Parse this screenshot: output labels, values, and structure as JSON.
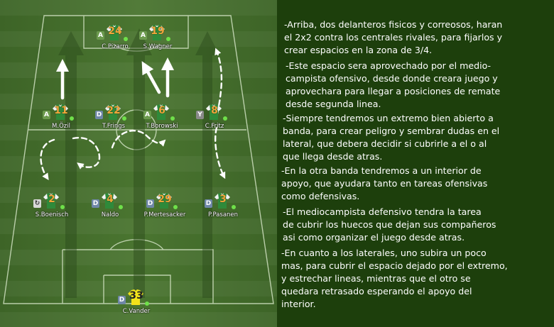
{
  "players": [
    {
      "id": "pizarro",
      "number": "24",
      "name": "C.Pizarro",
      "badge": "A"
    },
    {
      "id": "wagner",
      "number": "19",
      "name": "S.Wagner",
      "badge": "A"
    },
    {
      "id": "ozil",
      "number": "11",
      "name": "M.Özil",
      "badge": "A"
    },
    {
      "id": "frings",
      "number": "22",
      "name": "T.Frings",
      "badge": "D"
    },
    {
      "id": "borowski",
      "number": "6",
      "name": "T.Borowski",
      "badge": "A"
    },
    {
      "id": "fritz",
      "number": "8",
      "name": "C.Fritz",
      "badge": "Y"
    },
    {
      "id": "boenisch",
      "number": "2",
      "name": "S.Boenisch",
      "badge": "swap"
    },
    {
      "id": "naldo",
      "number": "4",
      "name": "Naldo",
      "badge": "D"
    },
    {
      "id": "mertesacker",
      "number": "29",
      "name": "P.Mertesacker",
      "badge": "D"
    },
    {
      "id": "pasanen",
      "number": "3",
      "name": "P.Pasanen",
      "badge": "D"
    },
    {
      "id": "vander",
      "number": "33",
      "name": "C.Vander",
      "badge": "D",
      "keeper": true
    }
  ],
  "instructions": [
    {
      "text": "-Arriba, dos delanteros fisicos y correosos, haran\nel 2x2 contra los centrales rivales, para fijarlos y\ncrear espacios en la zona de 3/4."
    },
    {
      "text": "-Este espacio sera aprovechado por el medio-\ncampista ofensivo, desde donde creara juego y\naprovechara para llegar a posiciones de remate\ndesde segunda linea."
    },
    {
      "text": "-Siempre tendremos un extremo bien abierto a\nbanda, para crear peligro y sembrar dudas en el\nlateral, que debera decidir si cubrirle a el o al\nque llega desde atras."
    },
    {
      "text": "-En la otra banda tendremos a un interior de\napoyo, que ayudara tanto en tareas ofensivas\ncomo defensivas."
    },
    {
      "text": "-El mediocampista defensivo tendra la tarea\nde cubrir los huecos que dejan sus compañeros\nasi como organizar el juego desde atras."
    },
    {
      "text": "-En cuanto a los laterales, uno subira un poco\nmas, para cubrir el espacio dejado por el extremo,\ny estrechar lineas, mientras que el otro se\nquedara retrasado esperando el apoyo del\ninterior."
    }
  ],
  "colors": {
    "panel_bg": "#1d3f0c",
    "text": "#ffffff",
    "shirt_green": "#2f8a3a",
    "shirt_white": "#f2f2f2",
    "number_orange": "#f0a63a",
    "keeper_shirt": "#f2e21a",
    "role_dot": "#6fe04a"
  }
}
